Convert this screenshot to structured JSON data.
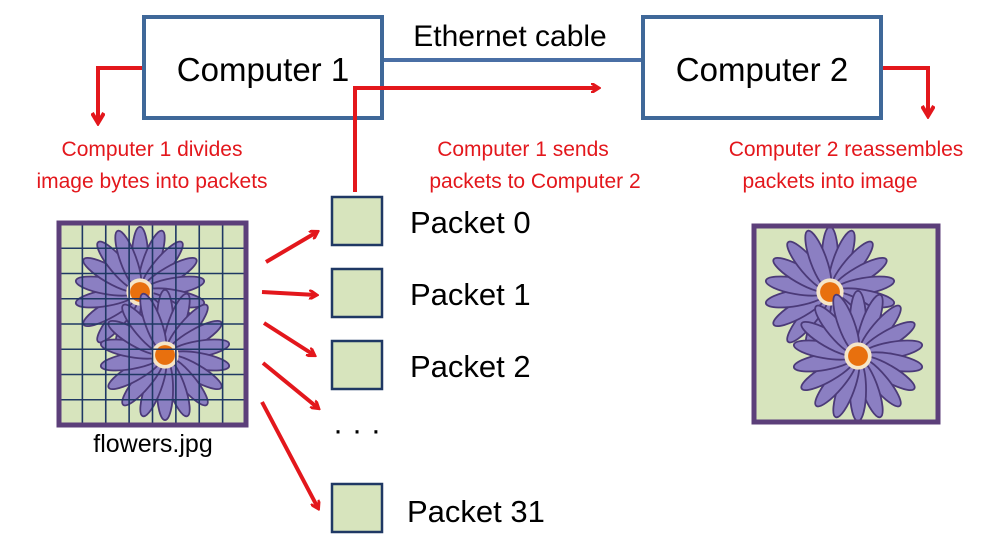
{
  "computer1": {
    "label": "Computer 1"
  },
  "computer2": {
    "label": "Computer 2"
  },
  "cable": {
    "label": "Ethernet cable"
  },
  "notes": {
    "divide": [
      "Computer 1 divides",
      "image bytes into packets"
    ],
    "send": [
      "Computer 1 sends",
      "packets to Computer 2"
    ],
    "reassemble": [
      "Computer 2 reassembles",
      "packets into image"
    ]
  },
  "packets": [
    {
      "label": "Packet 0"
    },
    {
      "label": "Packet 1"
    },
    {
      "label": "Packet 2"
    },
    {
      "label": "Packet 31"
    }
  ],
  "ellipsis": "· · ·",
  "source_image": {
    "filename": "flowers.jpg"
  },
  "colors": {
    "box_border": "#3f6899",
    "cable": "#4a6fa5",
    "arrow": "#e3171c",
    "note_text": "#e3171c",
    "packet_fill": "#d7e4bd",
    "packet_border": "#1f3864",
    "image_frame": "#5c3f7a",
    "image_bg": "#d7e4bd",
    "petal": "#8b7fc2",
    "petal_stroke": "#4b3a78",
    "flower_center": "#e8700e",
    "grid": "#1f3864"
  }
}
